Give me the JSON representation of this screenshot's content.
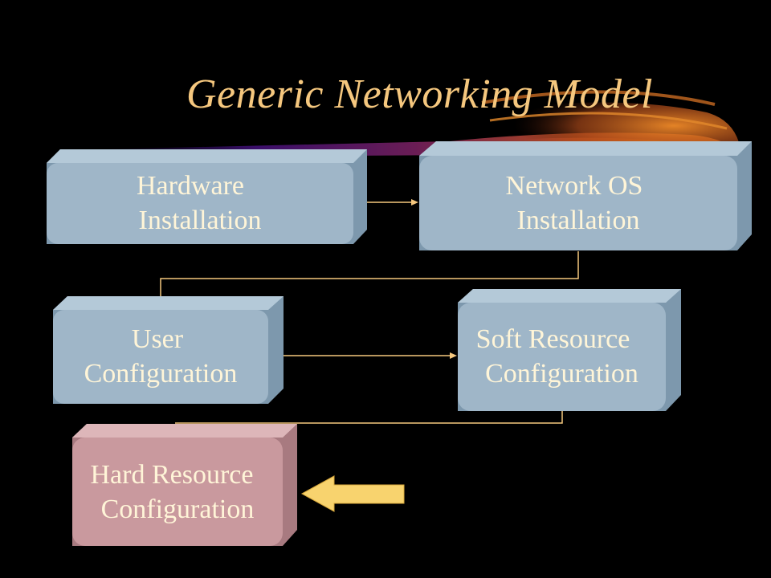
{
  "title": "Generic Networking Model",
  "colors": {
    "background": "#000000",
    "title": "#f5c77e",
    "box_face": "#9fb6c8",
    "box_side": "#7d98ad",
    "box_top": "#b4c9d8",
    "highlight_face": "#c9999e",
    "highlight_top": "#ddb6b9",
    "connector": "#f5c77e",
    "pointer_arrow": "#f8d36e",
    "label_text": "#fff5d8"
  },
  "steps": [
    {
      "id": "hardware",
      "label_line1": "Hardware",
      "label_line2": "Installation"
    },
    {
      "id": "network-os",
      "label_line1": "Network OS",
      "label_line2": "Installation"
    },
    {
      "id": "user",
      "label_line1": "User",
      "label_line2": "Configuration"
    },
    {
      "id": "soft-resource",
      "label_line1": "Soft Resource",
      "label_line2": "Configuration"
    },
    {
      "id": "hard-resource",
      "label_line1": "Hard Resource",
      "label_line2": "Configuration",
      "highlighted": true
    }
  ],
  "current_step": "hard-resource",
  "pointer_icon": "left-arrow-icon"
}
